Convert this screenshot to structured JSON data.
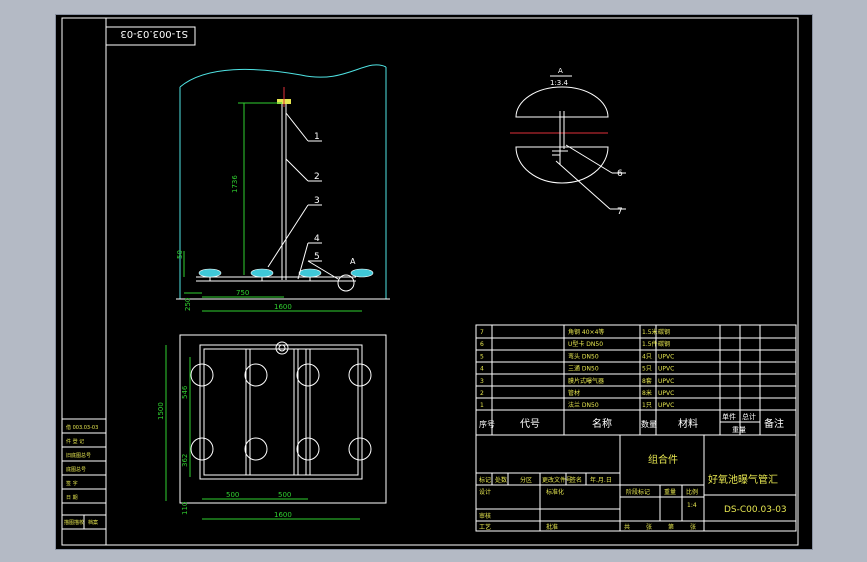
{
  "drawing": {
    "code_box": "S1-003.03-03",
    "code_main": "DS-C00.03-03",
    "title": "好氧池曝气管汇",
    "assembly": "组合件"
  },
  "elevation": {
    "callouts": [
      "1",
      "2",
      "3",
      "4",
      "5",
      "A"
    ],
    "dims": {
      "height": "1736",
      "base": "50",
      "left": "250",
      "center": "750",
      "total": "1600"
    }
  },
  "section": {
    "label": "A",
    "scale": "1:3.4",
    "callouts": [
      "6",
      "7"
    ]
  },
  "plan": {
    "dims": {
      "height": "1500",
      "h_upper": "546",
      "h_lower": "362",
      "bottom": "110",
      "s1": "500",
      "s2": "500",
      "total": "1600"
    }
  },
  "bom": {
    "rows": [
      {
        "no": "7",
        "code": "",
        "name": "角钢 40×4等",
        "qty": "1.5米",
        "material": "碳钢"
      },
      {
        "no": "6",
        "code": "",
        "name": "U型卡 DN50",
        "qty": "1.5件",
        "material": "碳钢"
      },
      {
        "no": "5",
        "code": "",
        "name": "弯头 DN50",
        "qty": "4只",
        "material": "UPVC"
      },
      {
        "no": "4",
        "code": "",
        "name": "三通 DN50",
        "qty": "5只",
        "material": "UPVC"
      },
      {
        "no": "3",
        "code": "",
        "name": "膜片式曝气器",
        "qty": "8套",
        "material": "UPVC"
      },
      {
        "no": "2",
        "code": "",
        "name": "管材",
        "qty": "8米",
        "material": "UPVC"
      },
      {
        "no": "1",
        "code": "",
        "name": "法兰 DN50",
        "qty": "1只",
        "material": "UPVC"
      }
    ],
    "header": {
      "no": "序号",
      "code": "代号",
      "name": "名称",
      "qty": "数量",
      "material": "材料",
      "unit_weight": "单件",
      "total_weight": "总计",
      "weight": "重量",
      "remark": "备注"
    }
  },
  "title_block": {
    "mark": "标记",
    "count": "处数",
    "zone": "分区",
    "change_doc": "更改文件号",
    "sign": "签名",
    "date": "年.月.日",
    "design": "设计",
    "std": "标准化",
    "stage_mark": "阶段标记",
    "weight": "重量",
    "ratio": "比例",
    "ratio_val": "1:4",
    "review": "审核",
    "craft": "工艺",
    "approve": "批准",
    "sheet_total": "共",
    "sheet_unit": "张",
    "sheet_no": "第",
    "sheet_unit2": "张"
  },
  "side_table": {
    "rows": [
      "借 003.03-03",
      "件 登 记",
      "旧底图总号",
      "底图总号",
      "签 字",
      "日 期",
      "描图描校",
      "档案"
    ]
  }
}
